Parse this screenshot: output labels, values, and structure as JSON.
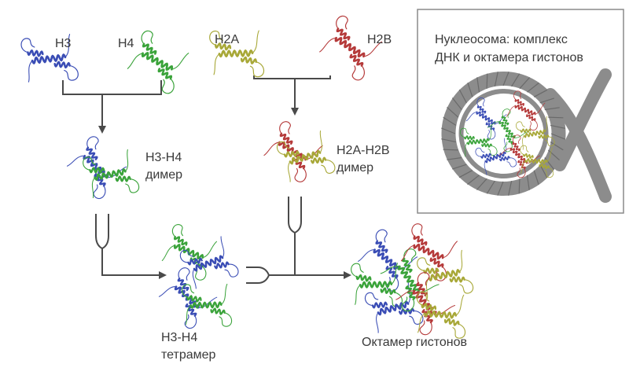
{
  "labels": {
    "h3": "H3",
    "h4": "H4",
    "h2a": "H2A",
    "h2b": "H2B",
    "h3h4_dimer_line1": "H3-H4",
    "h3h4_dimer_line2": "димер",
    "h2ah2b_dimer_line1": "H2A-H2B",
    "h2ah2b_dimer_line2": "димер",
    "tetramer_line1": "H3-H4",
    "tetramer_line2": "тетрамер",
    "octamer": "Октамер гистонов"
  },
  "inset": {
    "title_line1": "Нуклеосома: комплекс",
    "title_line2": "ДНК и октамера гистонов"
  },
  "colors": {
    "h3": "#3a4db5",
    "h4": "#3aa33a",
    "h2a": "#a8a838",
    "h2b": "#b53a3a",
    "dna": "#8c8c8c",
    "arrow": "#4a4a4a"
  }
}
